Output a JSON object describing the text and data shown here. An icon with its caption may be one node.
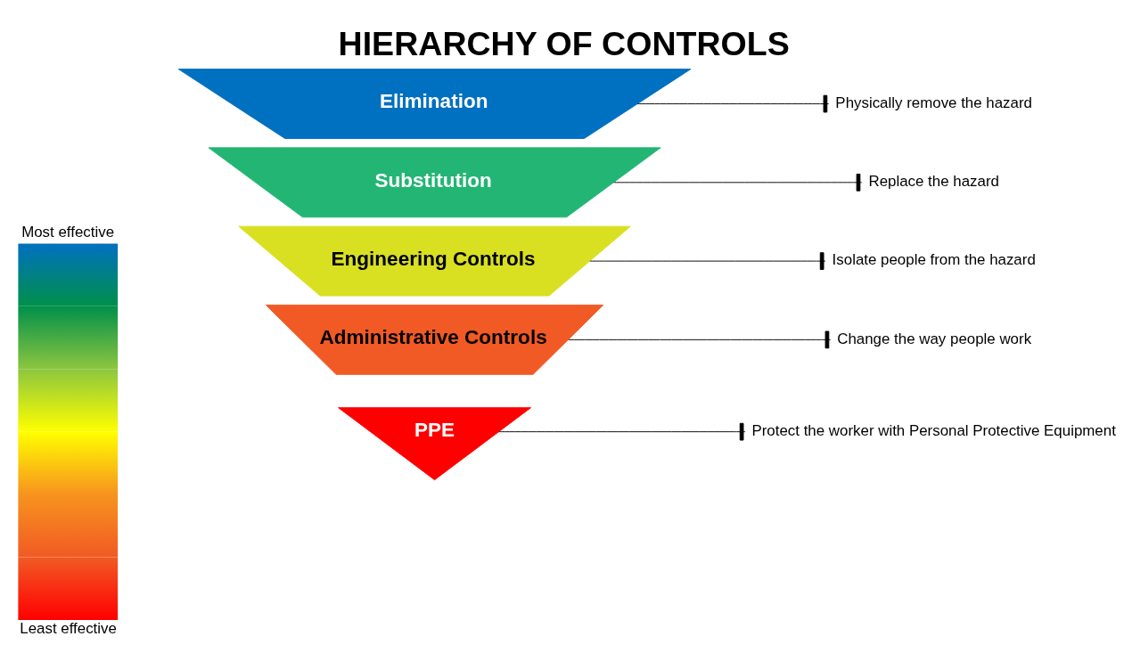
{
  "diagram": {
    "title": "HIERARCHY OF CONTROLS",
    "nodes": [
      {
        "text": [],
        "shape": "bar",
        "beside": [
          "Most effective",
          "Least effective"
        ]
      },
      {
        "text": [
          "Elimination"
        ]
      },
      {
        "text": [
          "Substitution"
        ]
      },
      {
        "text": [
          "Engineering Controls"
        ]
      },
      {
        "text": [
          "Administrative Controls"
        ]
      },
      {
        "text": [
          "PPE"
        ]
      },
      {
        "text": [
          "Physically remove the hazard"
        ]
      },
      {
        "text": [
          "Replace the hazard"
        ]
      },
      {
        "text": [
          "Isolate people from the hazard"
        ]
      },
      {
        "text": [
          "Change the way people work"
        ]
      },
      {
        "text": [
          "Protect the worker with Personal Protective Equipment"
        ]
      }
    ],
    "edges": [
      {
        "from": 1,
        "to": 6,
        "arrow": "other"
      },
      {
        "from": 2,
        "to": 7,
        "arrow": "other"
      },
      {
        "from": 3,
        "to": 8,
        "arrow": "other"
      },
      {
        "from": 4,
        "to": 9,
        "arrow": "other"
      },
      {
        "from": 5,
        "to": 10,
        "arrow": "other"
      }
    ]
  }
}
